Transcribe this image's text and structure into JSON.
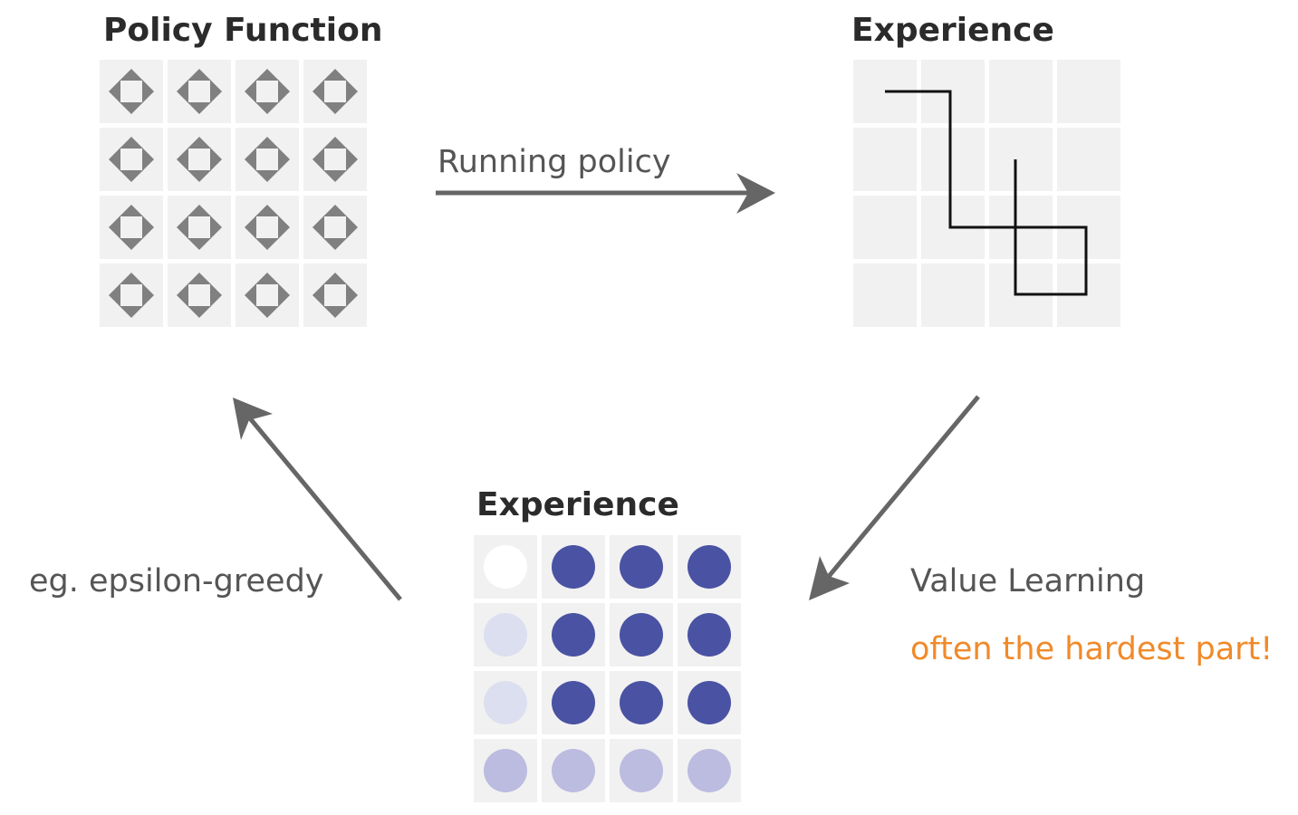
{
  "policy": {
    "title": "Policy Function",
    "cells": 16,
    "icon": "four-direction-arrows-icon",
    "arrow_color": "#808080"
  },
  "experience_top": {
    "title": "Experience",
    "cells": 16,
    "trajectory_color": "#111111"
  },
  "experience_bottom": {
    "title": "Experience",
    "values": [
      [
        "white",
        "strong",
        "strong",
        "strong"
      ],
      [
        "faint",
        "strong",
        "strong",
        "strong"
      ],
      [
        "faint",
        "strong",
        "strong",
        "strong"
      ],
      [
        "medium",
        "medium",
        "medium",
        "medium"
      ]
    ],
    "colors": {
      "white": "#ffffff",
      "faint": "#dcdff0",
      "medium": "#bcbbe0",
      "strong": "#4a52a3"
    }
  },
  "arrows": {
    "running": {
      "label": "Running policy"
    },
    "value_learning": {
      "label": "Value Learning",
      "note": "often the hardest part!"
    },
    "improvement": {
      "label": "eg. epsilon-greedy"
    },
    "color": "#666666",
    "note_color": "#f08a2a"
  }
}
